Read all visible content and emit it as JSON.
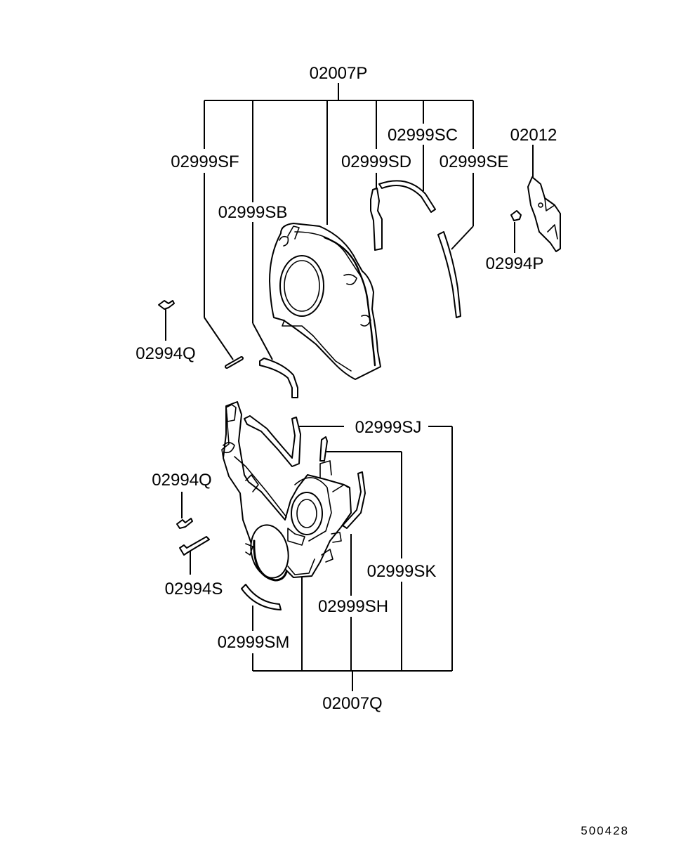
{
  "labels": {
    "upper_cover_assy": "02007P",
    "seal_sc": "02999SC",
    "bracket": "02012",
    "seal_sf": "02999SF",
    "seal_sd": "02999SD",
    "seal_se": "02999SE",
    "seal_sb": "02999SB",
    "bolt_p": "02994P",
    "bolt_q_upper": "02994Q",
    "seal_sj": "02999SJ",
    "bolt_q_lower": "02994Q",
    "seal_sk": "02999SK",
    "bolt_s": "02994S",
    "seal_sh": "02999SH",
    "seal_sm": "02999SM",
    "lower_cover_assy": "02007Q"
  },
  "diagram_code": "500428"
}
